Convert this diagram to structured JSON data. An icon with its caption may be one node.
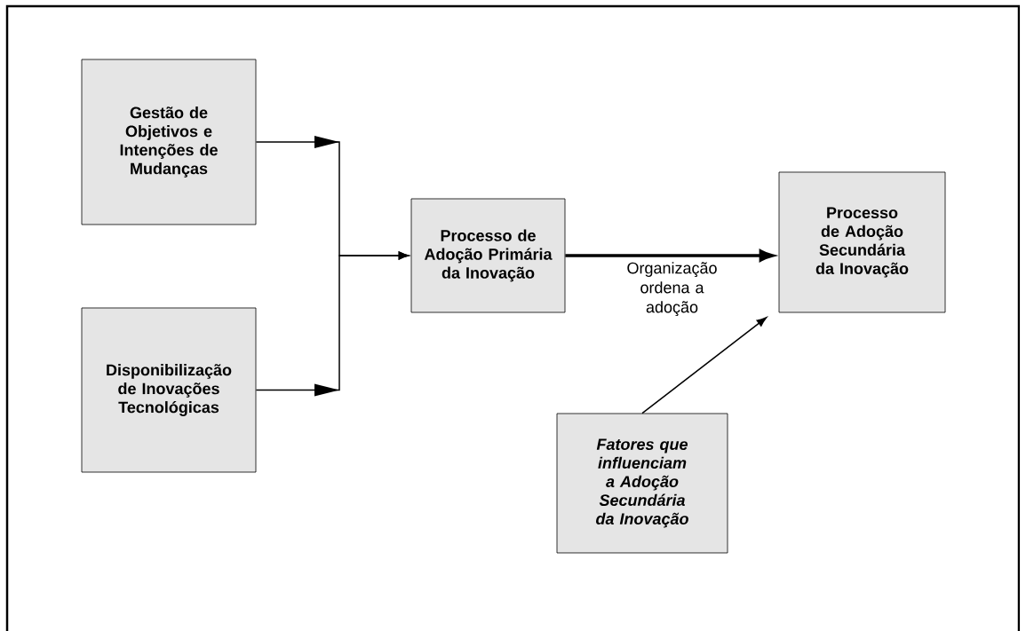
{
  "diagram": {
    "nodes": [
      {
        "text": [
          "Gestão de Objetivos e Intenções de Mudanças"
        ]
      },
      {
        "text": [
          "Disponibilização de Inovações Tecnológicas"
        ]
      },
      {
        "text": [
          "Processo de Adoção Primária da Inovação"
        ]
      },
      {
        "text": [
          "Processo de Adoção Secundária da Inovação"
        ]
      },
      {
        "text": [
          "Fatores que influenciam a Adoção Secundária da Inovação"
        ]
      }
    ],
    "edges": [
      {
        "from": 0,
        "to": 2,
        "arrow": "to"
      },
      {
        "from": 1,
        "to": 2,
        "arrow": "to"
      },
      {
        "from": 2,
        "to": 3,
        "arrow": "to",
        "label": "Organização ordena a adoção",
        "style": "thick"
      },
      {
        "from": 4,
        "to": 3,
        "arrow": "to"
      }
    ]
  }
}
